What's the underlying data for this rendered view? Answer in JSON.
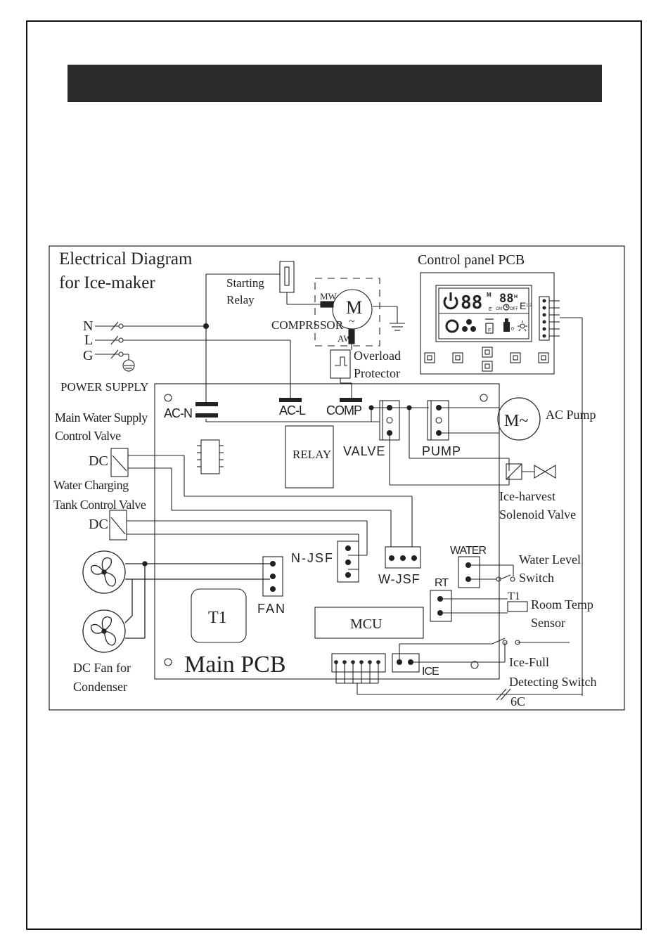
{
  "diagram": {
    "title_line1": "Electrical Diagram",
    "title_line2": "for Ice-maker",
    "power": {
      "n": "N",
      "l": "L",
      "g": "G",
      "label": "POWER SUPPLY"
    },
    "starting_relay": {
      "line1": "Starting",
      "line2": "Relay"
    },
    "compressor": {
      "label": "COMPRSSOR",
      "symbol": "M",
      "mw": "MW",
      "aw": "AW"
    },
    "overload": {
      "line1": "Overload",
      "line2": "Protector"
    },
    "control_panel": {
      "label": "Control panel PCB",
      "seg1": "88",
      "seg2": "88",
      "m": "M",
      "h": "H",
      "e": "E",
      "on": "ON",
      "off": "OFF",
      "e2": "E",
      "one_two": "1 2",
      "f": "F",
      "zero": "0"
    },
    "main_pcb": {
      "label": "Main PCB",
      "ac_n": "AC-N",
      "ac_l": "AC-L",
      "comp": "COMP",
      "relay": "RELAY",
      "valve": "VALVE",
      "pump": "PUMP",
      "n_jsf": "N-JSF",
      "w_jsf": "W-JSF",
      "fan": "FAN",
      "t1": "T1",
      "mcu": "MCU",
      "water": "WATER",
      "rt": "RT",
      "ice": "ICE"
    },
    "ac_pump": {
      "label": "AC Pump",
      "symbol": "M~"
    },
    "solenoid": {
      "line1": "Ice-harvest",
      "line2": "Solenoid Valve"
    },
    "main_valve": {
      "line1": "Main Water Supply",
      "line2": "Control Valve",
      "dc": "DC"
    },
    "tank_valve": {
      "line1": "Water Charging",
      "line2": "Tank Control Valve",
      "dc": "DC"
    },
    "water_level": {
      "line1": "Water Level",
      "line2": "Switch"
    },
    "room_temp": {
      "t1": "T1",
      "line1": "Room Temp",
      "line2": "Sensor"
    },
    "dc_fan": {
      "line1": "DC Fan for",
      "line2": "Condenser"
    },
    "ice_full": {
      "line1": "Ice-Full",
      "line2": "Detecting Switch"
    },
    "cable": {
      "label": "6C"
    }
  }
}
